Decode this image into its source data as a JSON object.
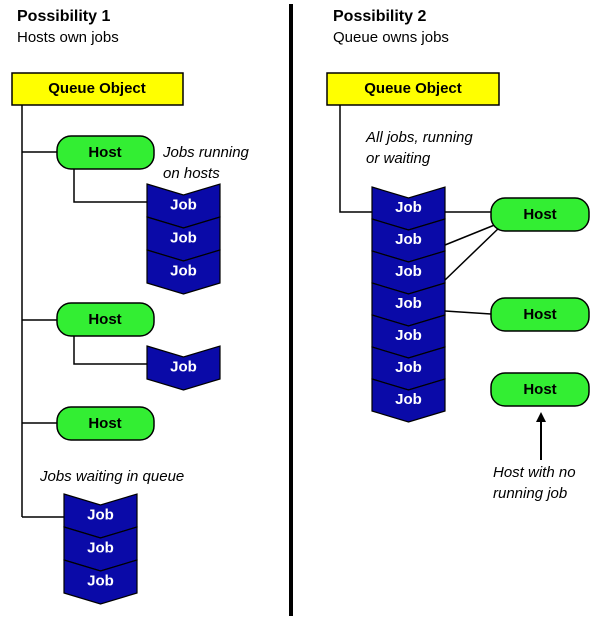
{
  "colors": {
    "queue_fill": "#ffff00",
    "host_fill": "#33ee33",
    "job_fill": "#0a0aa8",
    "job_text": "#ffffff",
    "divider": "#000000"
  },
  "left": {
    "title": "Possibility 1",
    "subtitle": "Hosts own jobs",
    "queue_label": "Queue Object",
    "hosts": [
      "Host",
      "Host",
      "Host"
    ],
    "annotation_running": [
      "Jobs running",
      "on hosts"
    ],
    "annotation_waiting": "Jobs waiting in queue",
    "job_label": "Job"
  },
  "right": {
    "title": "Possibility 2",
    "subtitle": "Queue owns jobs",
    "queue_label": "Queue Object",
    "annotation_all": [
      "All jobs, running",
      "or waiting"
    ],
    "jobs": [
      "Job",
      "Job",
      "Job",
      "Job",
      "Job",
      "Job",
      "Job"
    ],
    "hosts": [
      "Host",
      "Host",
      "Host"
    ],
    "annotation_idle": [
      "Host with no",
      "running job"
    ]
  }
}
